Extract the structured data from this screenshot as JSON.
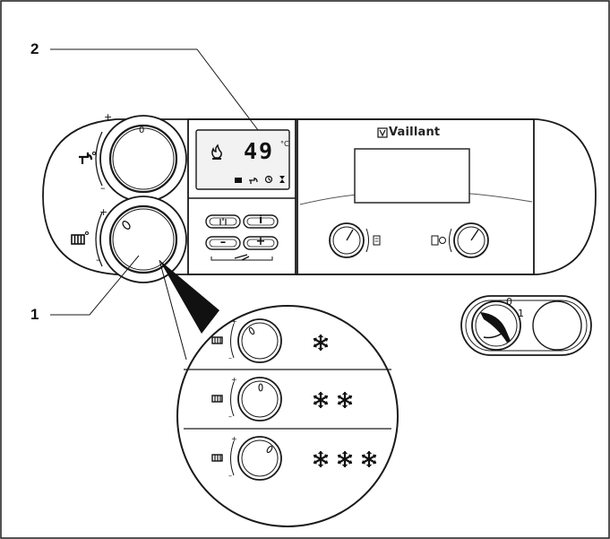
{
  "callouts": {
    "one": "1",
    "two": "2"
  },
  "display": {
    "temperature": "49",
    "unit": "°C"
  },
  "brand": {
    "name": "Vaillant"
  },
  "hot_water_knob": {
    "position_mark": "0",
    "plus": "+",
    "minus": "–"
  },
  "heating_knob": {
    "plus": "+",
    "minus": "–"
  },
  "buttons": {
    "info": "i",
    "minus": "–",
    "plus": "+"
  },
  "main_switch": {
    "off": "0",
    "on": "1"
  },
  "detail": {
    "rows": [
      {
        "plus": "+",
        "minus": "–",
        "snowflakes": 1
      },
      {
        "plus": "+",
        "minus": "–",
        "snowflakes": 2
      },
      {
        "plus": "+",
        "minus": "–",
        "snowflakes": 3
      }
    ]
  },
  "colors": {
    "line": "#1a1a1a",
    "panel": "#ffffff",
    "display_glass": "#f2f2f2"
  }
}
